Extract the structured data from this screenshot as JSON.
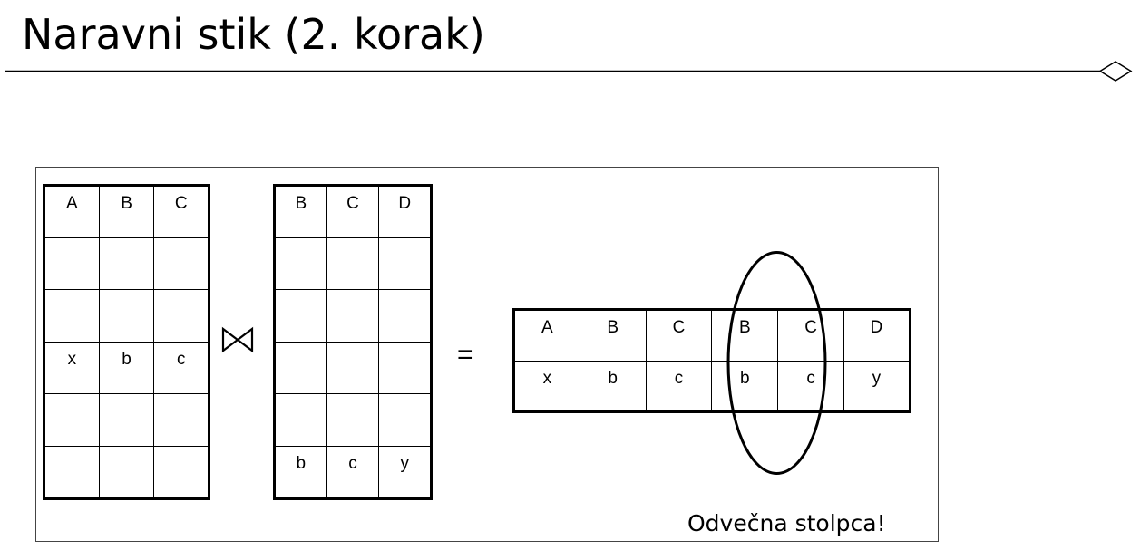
{
  "title": "Naravni stik (2. korak)",
  "relation_left": {
    "headers": [
      "A",
      "B",
      "C"
    ],
    "rows": [
      [
        "",
        "",
        ""
      ],
      [
        "",
        "",
        ""
      ],
      [
        "x",
        "b",
        "c"
      ],
      [
        "",
        "",
        ""
      ],
      [
        "",
        "",
        ""
      ]
    ]
  },
  "join_operator": "⋈",
  "relation_right": {
    "headers": [
      "B",
      "C",
      "D"
    ],
    "rows": [
      [
        "",
        "",
        ""
      ],
      [
        "",
        "",
        ""
      ],
      [
        "",
        "",
        ""
      ],
      [
        "",
        "",
        ""
      ],
      [
        "b",
        "c",
        "y"
      ]
    ]
  },
  "equals": "=",
  "result": {
    "headers": [
      "A",
      "B",
      "C",
      "B",
      "C",
      "D"
    ],
    "rows": [
      [
        "x",
        "b",
        "c",
        "b",
        "c",
        "y"
      ]
    ]
  },
  "caption": "Odvečna stolpca!"
}
